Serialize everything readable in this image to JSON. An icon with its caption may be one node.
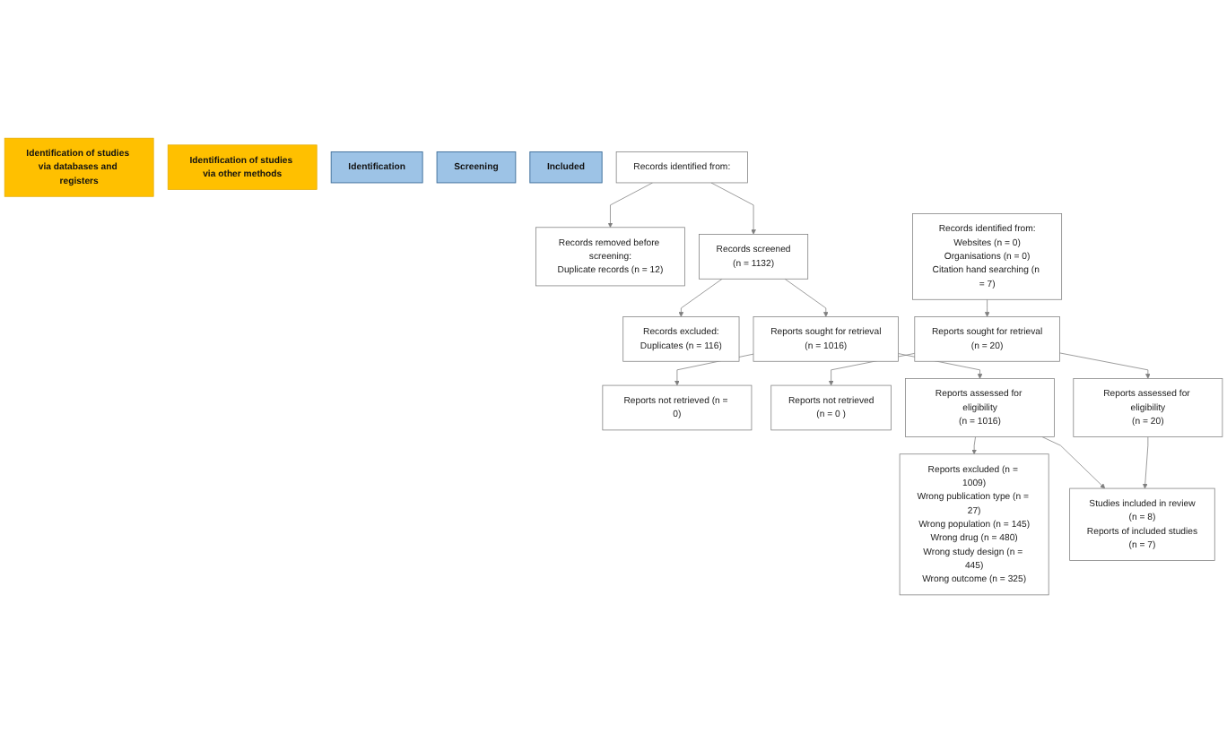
{
  "diagram": {
    "nodes": [
      {
        "text": [
          "Identification of studies via databases and registers"
        ]
      },
      {
        "text": [
          "Identification of studies via other methods"
        ]
      },
      {
        "text": [
          "Identification"
        ]
      },
      {
        "text": [
          "Screening"
        ]
      },
      {
        "text": [
          "Included"
        ]
      },
      {
        "text": [
          "Records identified from:"
        ]
      },
      {
        "text": [
          "Records removed before screening:",
          "Duplicate records (n = 12)"
        ]
      },
      {
        "text": [
          "Records identified from:",
          "Websites (n = 0)",
          "Organisations (n = 0)",
          "Citation hand searching (n = 7)"
        ]
      },
      {
        "text": [
          "Records screened",
          "(n = 1132)"
        ]
      },
      {
        "text": [
          "Records excluded:",
          "Duplicates (n = 116)"
        ]
      },
      {
        "text": [
          "Reports sought for retrieval",
          "(n = 1016)"
        ]
      },
      {
        "text": [
          "Reports not retrieved (n = 0)"
        ]
      },
      {
        "text": [
          "Reports sought for retrieval",
          "(n = 20)"
        ]
      },
      {
        "text": [
          "Reports not retrieved",
          "(n = 0 )"
        ]
      },
      {
        "text": [
          "Reports assessed for eligibility",
          "(n = 1016)"
        ]
      },
      {
        "text": [
          "Reports excluded (n = 1009)",
          "Wrong publication type (n = 27)",
          "Wrong population (n = 145)",
          "Wrong drug (n = 480)",
          "Wrong study design (n = 445)",
          "Wrong outcome (n = 325)"
        ]
      },
      {
        "text": [
          "Reports assessed for eligibility",
          "(n = 20)"
        ]
      },
      {
        "text": [
          "Studies included in review",
          "(n = 8)",
          "Reports of included studies",
          "(n = 7)"
        ]
      }
    ],
    "edges": [
      {
        "from": 5,
        "to": 6,
        "arrow": "to"
      },
      {
        "from": 5,
        "to": 8,
        "arrow": "to"
      },
      {
        "from": 8,
        "to": 9,
        "arrow": "to"
      },
      {
        "from": 8,
        "to": 10,
        "arrow": "to"
      },
      {
        "from": 10,
        "to": 11,
        "arrow": "to"
      },
      {
        "from": 10,
        "to": 14,
        "arrow": "to"
      },
      {
        "from": 14,
        "to": 15,
        "arrow": "to"
      },
      {
        "from": 14,
        "to": 17,
        "arrow": "to"
      },
      {
        "from": 7,
        "to": 12,
        "arrow": "to"
      },
      {
        "from": 12,
        "to": 13,
        "arrow": "to"
      },
      {
        "from": 12,
        "to": 16,
        "arrow": "to"
      },
      {
        "from": 16,
        "to": 17,
        "arrow": "to"
      }
    ]
  }
}
